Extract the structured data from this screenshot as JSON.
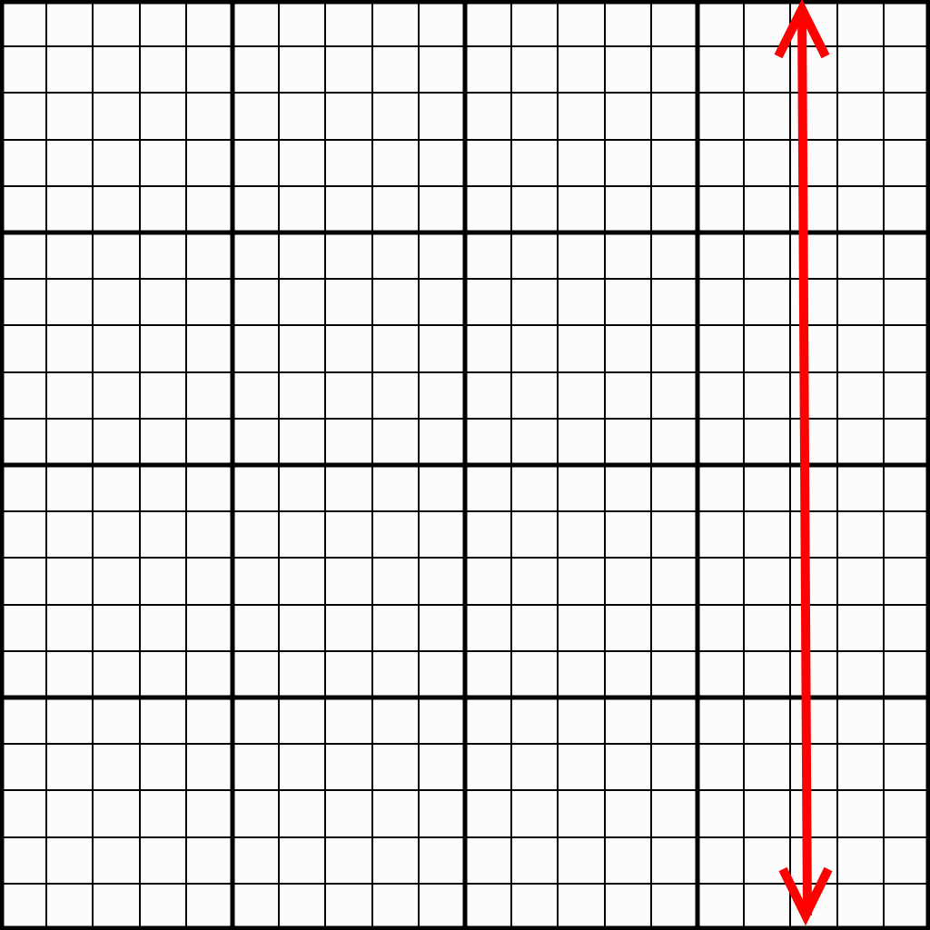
{
  "grid": {
    "major_divisions": 4,
    "minor_per_major": 5,
    "background_color": "#fcfcfc",
    "line_color": "#000000"
  },
  "arrow": {
    "color": "#ff0000",
    "style": "double-headed",
    "orientation": "vertical",
    "column_index": 17
  }
}
